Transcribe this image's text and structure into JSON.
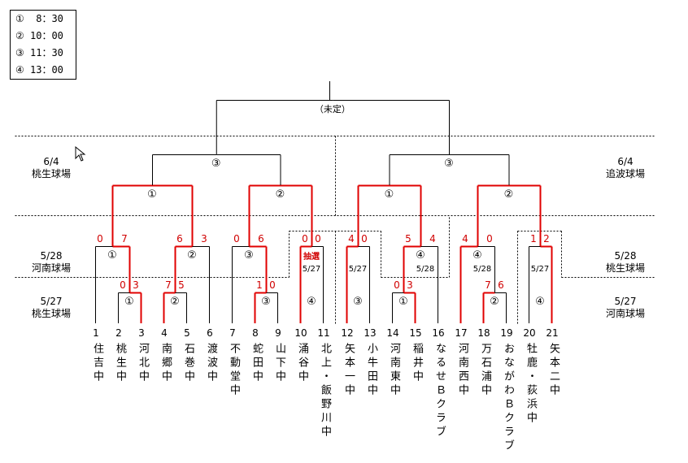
{
  "legend": [
    {
      "circle": "①",
      "time": " 8：30"
    },
    {
      "circle": "②",
      "time": "10：00"
    },
    {
      "circle": "③",
      "time": "11：30"
    },
    {
      "circle": "④",
      "time": "13：00"
    }
  ],
  "venues": {
    "left_r3": {
      "date": "6/4",
      "place": "桃生球場"
    },
    "right_r3": {
      "date": "6/4",
      "place": "追波球場"
    },
    "left_r2": {
      "date": "5/28",
      "place": "河南球場"
    },
    "right_r2": {
      "date": "5/28",
      "place": "桃生球場"
    },
    "left_r1": {
      "date": "5/27",
      "place": "桃生球場"
    },
    "right_r1": {
      "date": "5/27",
      "place": "河南球場"
    }
  },
  "teams": [
    {
      "num": "1",
      "name": "住吉中"
    },
    {
      "num": "2",
      "name": "桃生中"
    },
    {
      "num": "3",
      "name": "河北中"
    },
    {
      "num": "4",
      "name": "南郷中"
    },
    {
      "num": "5",
      "name": "石巻中"
    },
    {
      "num": "6",
      "name": "渡波中"
    },
    {
      "num": "7",
      "name": "不動堂中"
    },
    {
      "num": "8",
      "name": "蛇田中"
    },
    {
      "num": "9",
      "name": "山下中"
    },
    {
      "num": "10",
      "name": "涌谷中"
    },
    {
      "num": "11",
      "name": "北上・飯野川中"
    },
    {
      "num": "12",
      "name": "矢本一中"
    },
    {
      "num": "13",
      "name": "小牛田中"
    },
    {
      "num": "14",
      "name": "河南東中"
    },
    {
      "num": "15",
      "name": "稲井中"
    },
    {
      "num": "16",
      "name": "なるせＢクラブ"
    },
    {
      "num": "17",
      "name": "河南西中"
    },
    {
      "num": "18",
      "name": "万石浦中"
    },
    {
      "num": "19",
      "name": "おながわＢクラブ"
    },
    {
      "num": "20",
      "name": "牡鹿・荻浜中"
    },
    {
      "num": "21",
      "name": "矢本二中"
    }
  ],
  "matches": {
    "m1": {
      "circle": "①",
      "scores": [
        "0",
        "3"
      ],
      "winner": "right"
    },
    "m2": {
      "circle": "②",
      "scores": [
        "7",
        "5"
      ],
      "winner": "left"
    },
    "m3": {
      "circle": "③",
      "scores": [
        "1",
        "0"
      ],
      "winner": "left"
    },
    "m4": {
      "circle": "①",
      "scores": [
        "0",
        "3"
      ],
      "winner": "right"
    },
    "m5": {
      "circle": "②",
      "scores": [
        "7",
        "6"
      ],
      "winner": "left"
    },
    "m6": {
      "circle": "①",
      "scores": [
        "0",
        "7"
      ],
      "winner": "right"
    },
    "m7": {
      "circle": "②",
      "scores": [
        "6",
        "3"
      ],
      "winner": "left"
    },
    "m8": {
      "circle": "③",
      "scores": [
        "0",
        "6"
      ],
      "winner": "right"
    },
    "m9": {
      "circle": "④",
      "scores": [
        "0",
        "0"
      ],
      "winner": "left",
      "note": "抽選",
      "date": "5/27"
    },
    "m10": {
      "circle": "③",
      "scores": [
        "4",
        "0"
      ],
      "winner": "left",
      "date": "5/27"
    },
    "m11": {
      "circle": "④",
      "scores": [
        "5",
        "4"
      ],
      "winner": "left",
      "date": "5/28"
    },
    "m12": {
      "circle": "④",
      "scores": [
        "4",
        "0"
      ],
      "winner": "left",
      "date": "5/28"
    },
    "m13": {
      "circle": "④",
      "scores": [
        "1",
        "2"
      ],
      "winner": "right",
      "date": "5/27"
    },
    "m14": {
      "circle": "①"
    },
    "m15": {
      "circle": "②"
    },
    "m16": {
      "circle": "①"
    },
    "m17": {
      "circle": "②"
    },
    "m18": {
      "circle": "③"
    },
    "m19": {
      "circle": "③"
    },
    "m20": {
      "circle": "（未定）"
    }
  },
  "colors": {
    "winner_line": "#e00000",
    "score": "#d00000",
    "line": "#000000"
  }
}
